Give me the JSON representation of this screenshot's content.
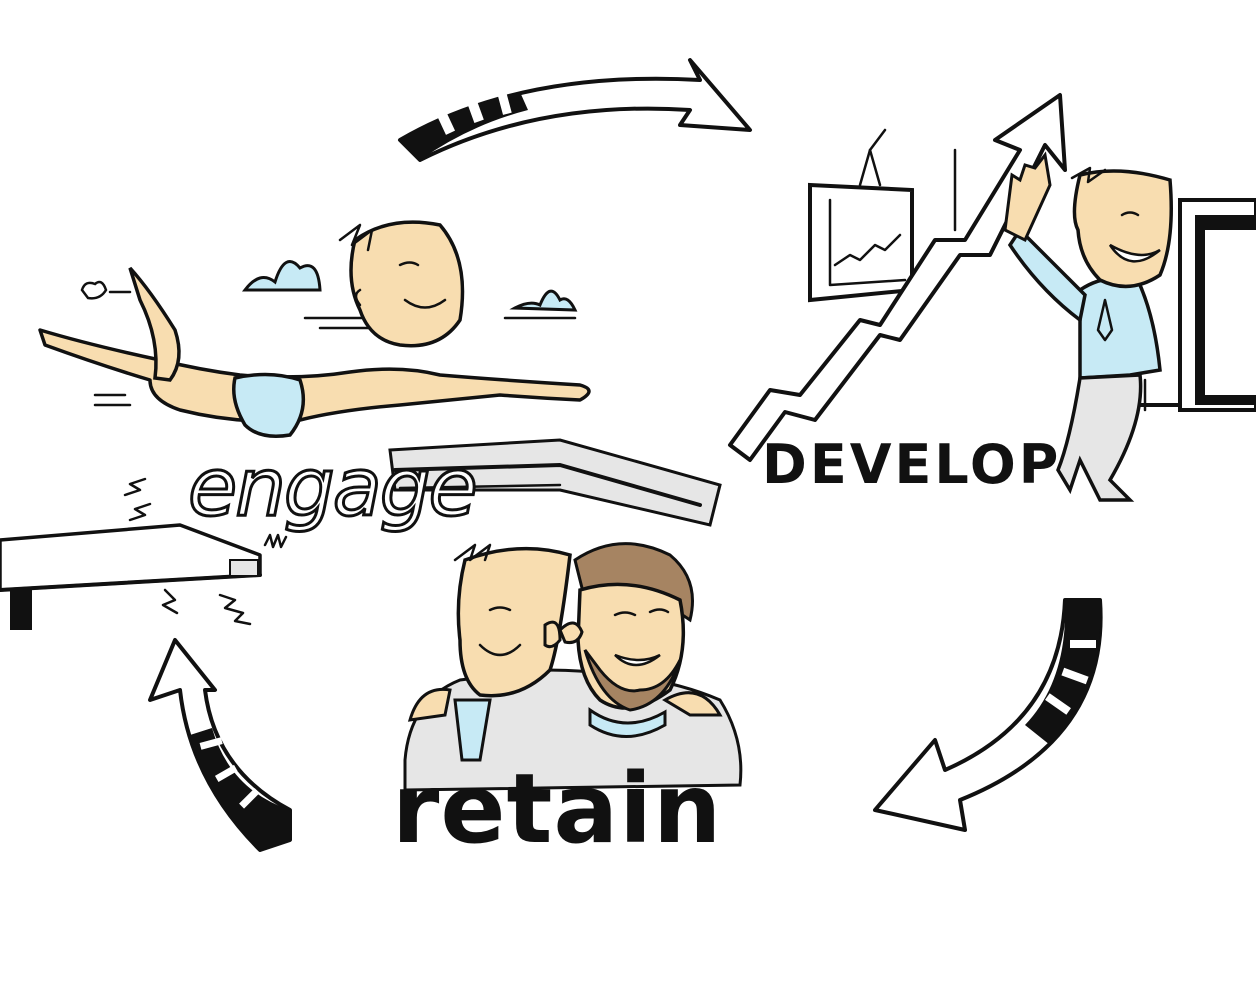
{
  "labels": {
    "engage": "engage",
    "develop": "DEVELOP",
    "retain": "retain"
  },
  "colors": {
    "skin": "#f8ddb0",
    "shirt": "#c7eaf5",
    "grey": "#e6e6e6",
    "ink": "#111111",
    "beard": "#a68462"
  }
}
